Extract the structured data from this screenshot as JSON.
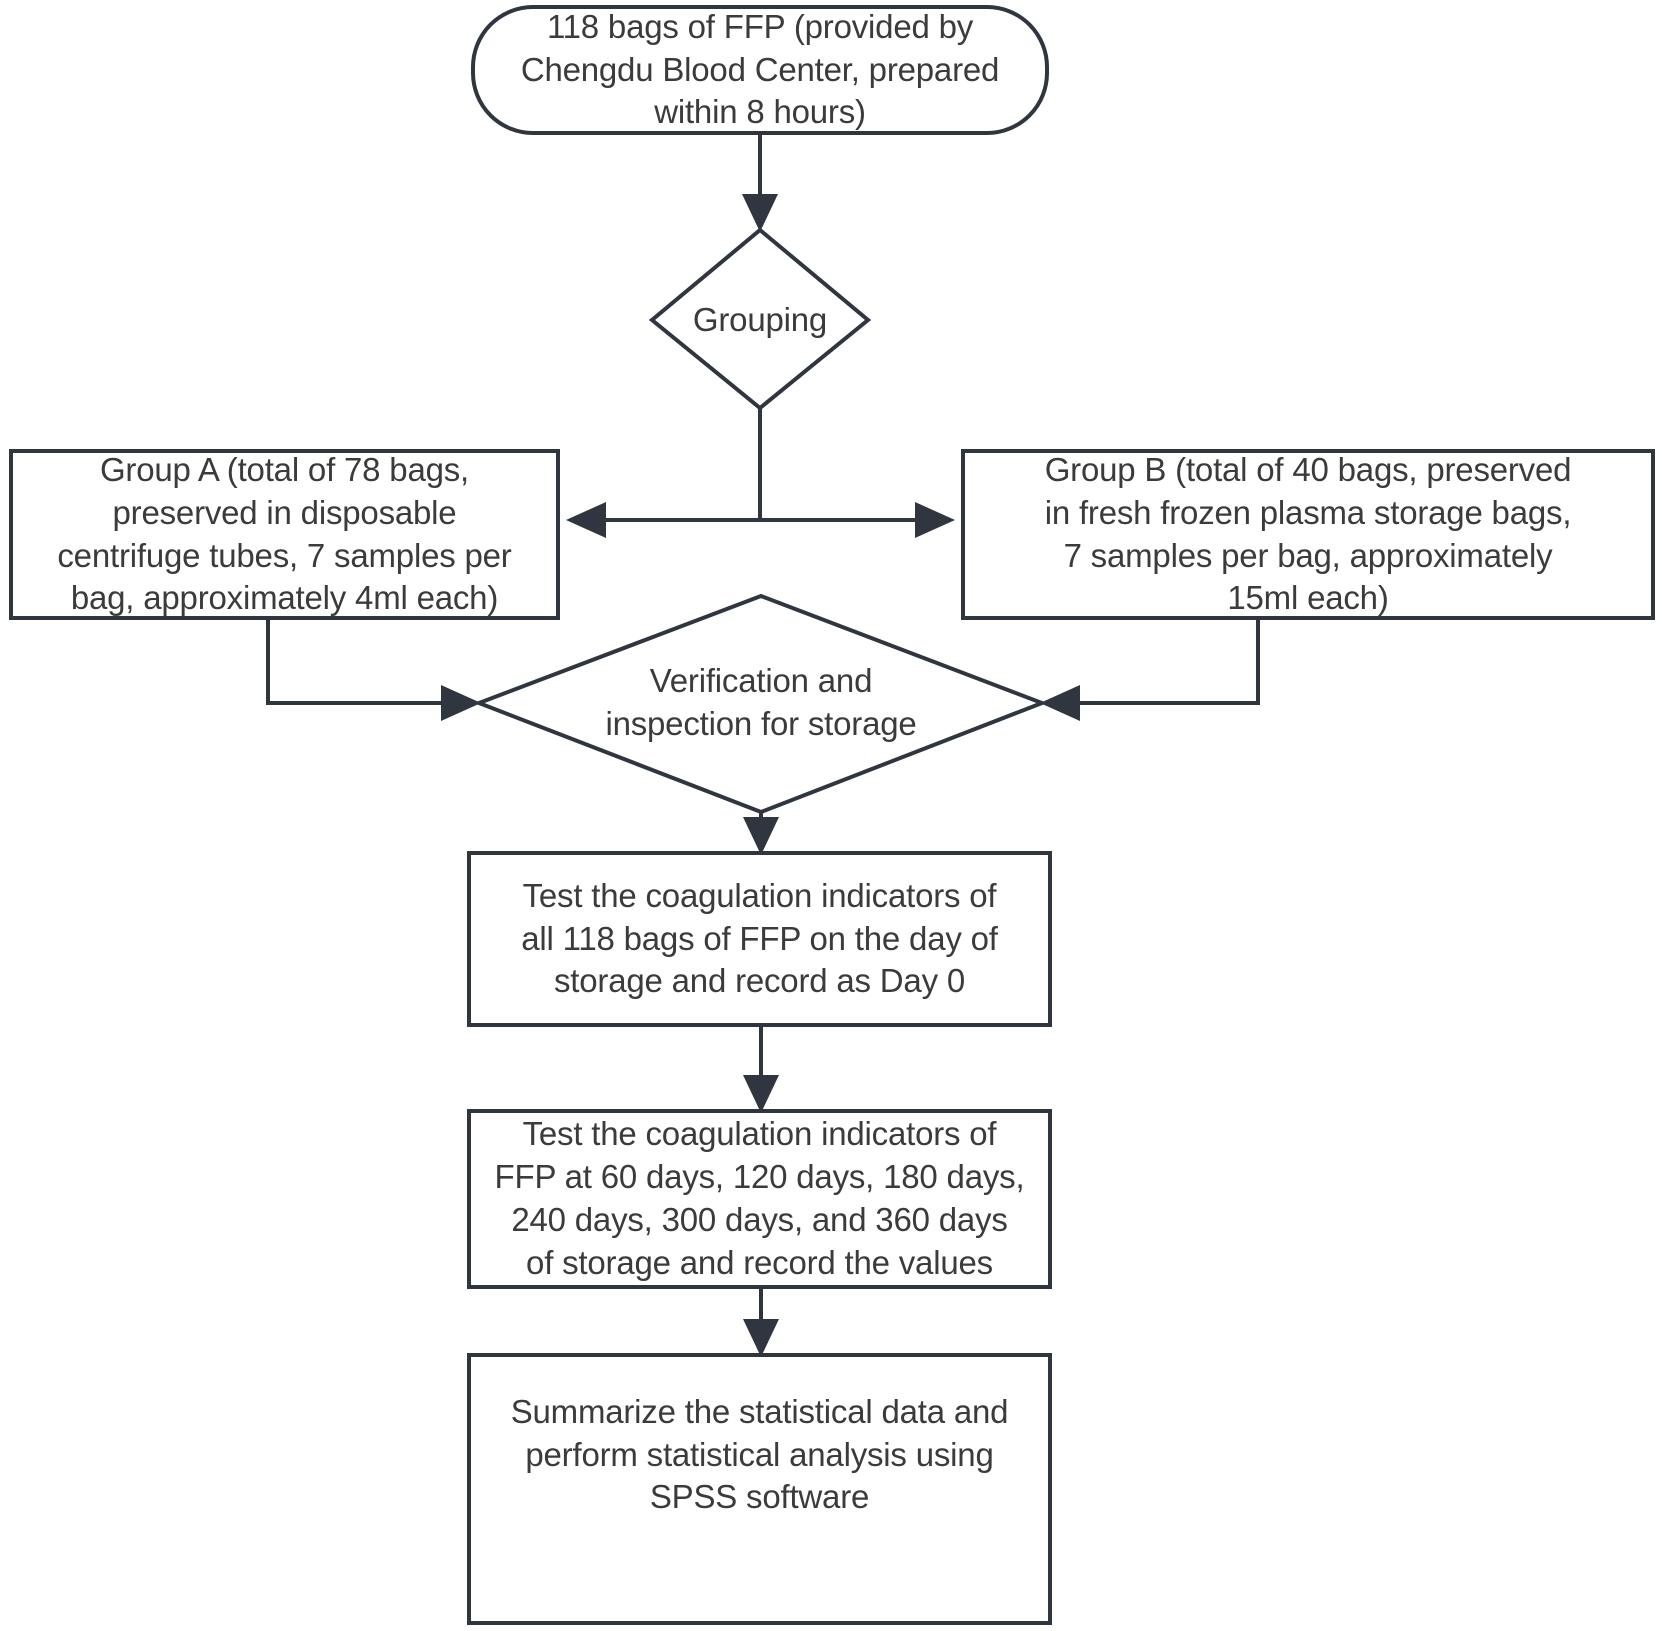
{
  "diagram": {
    "title": "FFP storage study flowchart",
    "type": "flowchart",
    "colors": {
      "stroke": "#2f3640",
      "text": "#3b3b3b",
      "background": "#ffffff",
      "fill": "#ffffff"
    },
    "nodes": [
      {
        "id": "start",
        "shape": "rounded-rectangle",
        "text": "118 bags of FFP (provided by\nChengdu Blood Center, prepared\nwithin 8 hours)"
      },
      {
        "id": "grouping",
        "shape": "diamond",
        "text": "Grouping"
      },
      {
        "id": "group-a",
        "shape": "rectangle",
        "text": "Group A (total of 78 bags,\npreserved in disposable\ncentrifuge tubes, 7 samples per\nbag, approximately 4ml each)"
      },
      {
        "id": "group-b",
        "shape": "rectangle",
        "text": "Group B (total of 40 bags, preserved\nin fresh frozen plasma storage bags,\n7 samples per bag, approximately\n15ml each)"
      },
      {
        "id": "verification",
        "shape": "diamond",
        "text": "Verification and\ninspection for storage"
      },
      {
        "id": "day-zero-test",
        "shape": "rectangle",
        "text": "Test the coagulation indicators of\nall 118 bags of FFP on the day of\nstorage and record as Day 0"
      },
      {
        "id": "interval-test",
        "shape": "rectangle",
        "text": "Test the coagulation indicators of\nFFP at 60 days, 120 days, 180 days,\n240 days, 300 days, and 360 days\nof storage and record the values"
      },
      {
        "id": "analysis",
        "shape": "rectangle",
        "text": "Summarize the statistical data and\nperform statistical analysis using\nSPSS software"
      }
    ],
    "edges": [
      {
        "from": "start",
        "to": "grouping",
        "label": ""
      },
      {
        "from": "grouping",
        "to": "group-a",
        "label": ""
      },
      {
        "from": "grouping",
        "to": "group-b",
        "label": ""
      },
      {
        "from": "group-a",
        "to": "verification",
        "label": ""
      },
      {
        "from": "group-b",
        "to": "verification",
        "label": ""
      },
      {
        "from": "verification",
        "to": "day-zero-test",
        "label": ""
      },
      {
        "from": "day-zero-test",
        "to": "interval-test",
        "label": ""
      },
      {
        "from": "interval-test",
        "to": "analysis",
        "label": ""
      }
    ]
  }
}
